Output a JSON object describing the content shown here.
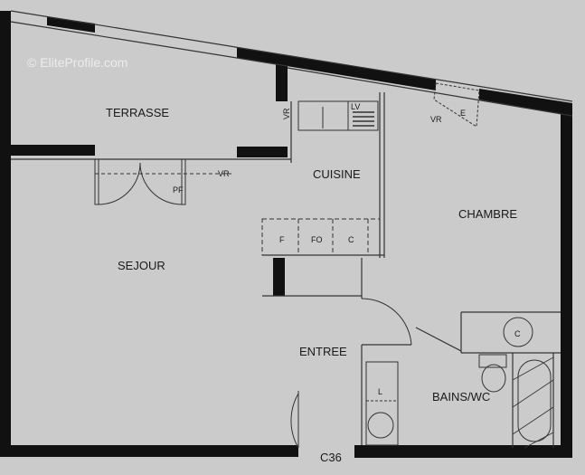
{
  "watermark": "© EliteProfile.com",
  "rooms": {
    "terrasse": "TERRASSE",
    "cuisine": "CUISINE",
    "chambre": "CHAMBRE",
    "sejour": "SEJOUR",
    "entree": "ENTREE",
    "bains_wc": "BAINS/WC"
  },
  "fixtures": {
    "kitchen_counter": [
      "F",
      "FO",
      "C"
    ],
    "lv": "LV",
    "vr_kitchen": "VR",
    "vr_sejour": "VR",
    "vr_chambre": "VR",
    "pf": "PF",
    "e": "E",
    "bath_c": "C",
    "laundry_l": "L"
  },
  "door_code": "C36",
  "colors": {
    "background": "#cbcbcb",
    "wall": "#111111",
    "line": "#333333"
  }
}
